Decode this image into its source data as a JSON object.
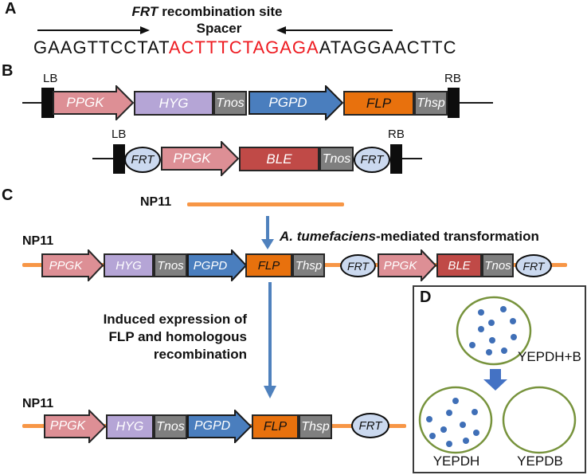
{
  "panel_a": {
    "label": "A",
    "title_gene": "FRT",
    "title_rest": "recombination site",
    "spacer": "Spacer",
    "sequence": {
      "left_arm": "GAAGTTCCTAT",
      "spacer_red": "ACTTTCTAGAGA",
      "right_arm": "ATAGGAACTTC"
    }
  },
  "panel_b": {
    "label": "B",
    "border_left": "LB",
    "border_right": "RB"
  },
  "genes": {
    "ppgk": "PPGK",
    "hyg": "HYG",
    "tnos": "Tnos",
    "pgpd": "PGPD",
    "flp": "FLP",
    "thsp": "Thsp",
    "ble": "BLE",
    "frt": "FRT"
  },
  "panel_c": {
    "label": "C",
    "strain": "NP11",
    "step1_italic": "A. tumefaciens",
    "step1_rest": "-mediated transformation",
    "step2_line1": "Induced expression of",
    "step2_line2": "FLP and homologous",
    "step2_line3": "recombination"
  },
  "panel_d": {
    "label": "D",
    "plate_top": "YEPDH+B",
    "plate_bottom_left": "YEPDH",
    "plate_bottom_right": "YEPDB"
  },
  "colors": {
    "ppgk": "#DD8F95",
    "hyg": "#B5A5D6",
    "terminator_gray": "#7F7F7F",
    "pgpd": "#4A7EBE",
    "flp": "#E8710D",
    "ble": "#C04A47",
    "frt_fill": "#CBD9EF",
    "genome_line": "#F79646",
    "arrow_blue": "#4F81BD",
    "plate_arrow": "#4472C4",
    "plate_ring": "#77933C",
    "colony_dot": "#3F6FB7",
    "spacer_red": "#EE1B21"
  }
}
